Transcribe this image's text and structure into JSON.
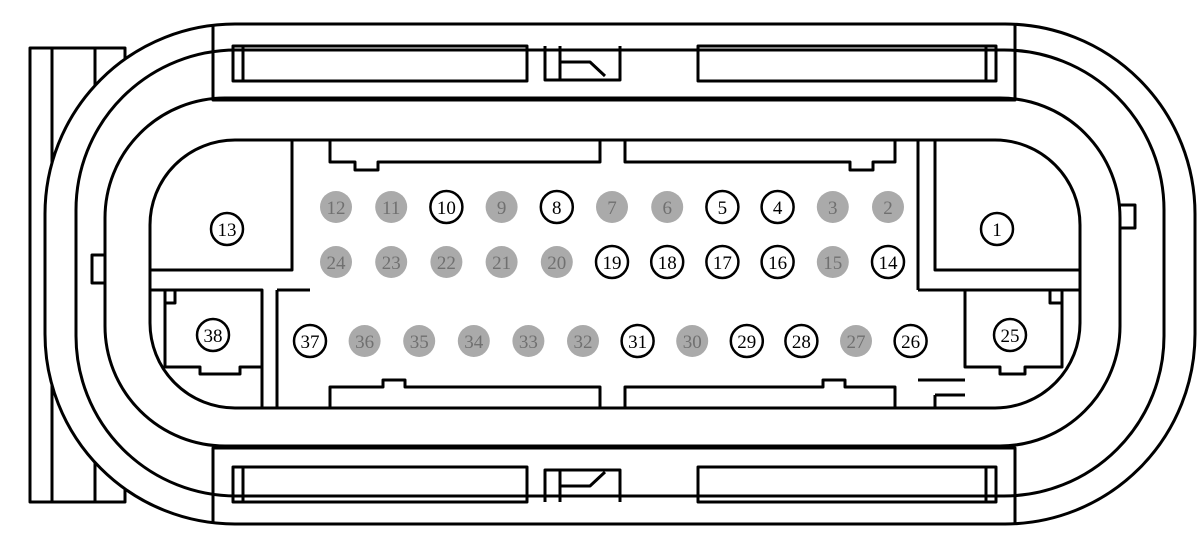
{
  "connector": {
    "colors": {
      "outline": "#000000",
      "pin_empty_fill": "#ffffff",
      "pin_populated_fill": "#aaaaaa",
      "pin_populated_text": "#707070",
      "pin_empty_text": "#000000"
    },
    "large_pins": [
      {
        "id": "13",
        "label": "13",
        "populated": false
      },
      {
        "id": "1",
        "label": "1",
        "populated": false
      },
      {
        "id": "38",
        "label": "38",
        "populated": false
      },
      {
        "id": "25",
        "label": "25",
        "populated": false
      }
    ],
    "pin_rows": [
      {
        "row": "top",
        "pins": [
          {
            "label": "12",
            "populated": true
          },
          {
            "label": "11",
            "populated": true
          },
          {
            "label": "10",
            "populated": false
          },
          {
            "label": "9",
            "populated": true
          },
          {
            "label": "8",
            "populated": false
          },
          {
            "label": "7",
            "populated": true
          },
          {
            "label": "6",
            "populated": true
          },
          {
            "label": "5",
            "populated": false
          },
          {
            "label": "4",
            "populated": false
          },
          {
            "label": "3",
            "populated": true
          },
          {
            "label": "2",
            "populated": true
          }
        ]
      },
      {
        "row": "middle",
        "pins": [
          {
            "label": "24",
            "populated": true
          },
          {
            "label": "23",
            "populated": true
          },
          {
            "label": "22",
            "populated": true
          },
          {
            "label": "21",
            "populated": true
          },
          {
            "label": "20",
            "populated": true
          },
          {
            "label": "19",
            "populated": false
          },
          {
            "label": "18",
            "populated": false
          },
          {
            "label": "17",
            "populated": false
          },
          {
            "label": "16",
            "populated": false
          },
          {
            "label": "15",
            "populated": true
          },
          {
            "label": "14",
            "populated": false
          }
        ]
      },
      {
        "row": "bottom",
        "pins": [
          {
            "label": "37",
            "populated": false
          },
          {
            "label": "36",
            "populated": true
          },
          {
            "label": "35",
            "populated": true
          },
          {
            "label": "34",
            "populated": true
          },
          {
            "label": "33",
            "populated": true
          },
          {
            "label": "32",
            "populated": true
          },
          {
            "label": "31",
            "populated": false
          },
          {
            "label": "30",
            "populated": true
          },
          {
            "label": "29",
            "populated": false
          },
          {
            "label": "28",
            "populated": false
          },
          {
            "label": "27",
            "populated": true
          },
          {
            "label": "26",
            "populated": false
          }
        ]
      }
    ]
  }
}
